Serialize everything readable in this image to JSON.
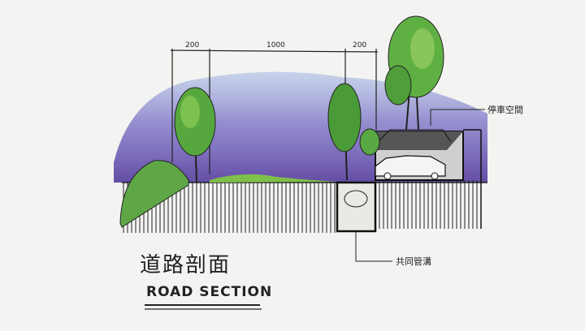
{
  "dimensions": [
    "200",
    "1000",
    "200"
  ],
  "labels": {
    "parking": "停車空間",
    "utility_tunnel": "共同管溝"
  },
  "title": {
    "chinese": "道路剖面",
    "english": "ROAD SECTION"
  },
  "colors": {
    "paper": "#f3f3f1",
    "sky_blue": "#7f9ad8",
    "sky_purple": "#5a3fa8",
    "tree_green": "#4fa83a",
    "ink": "#222222"
  }
}
